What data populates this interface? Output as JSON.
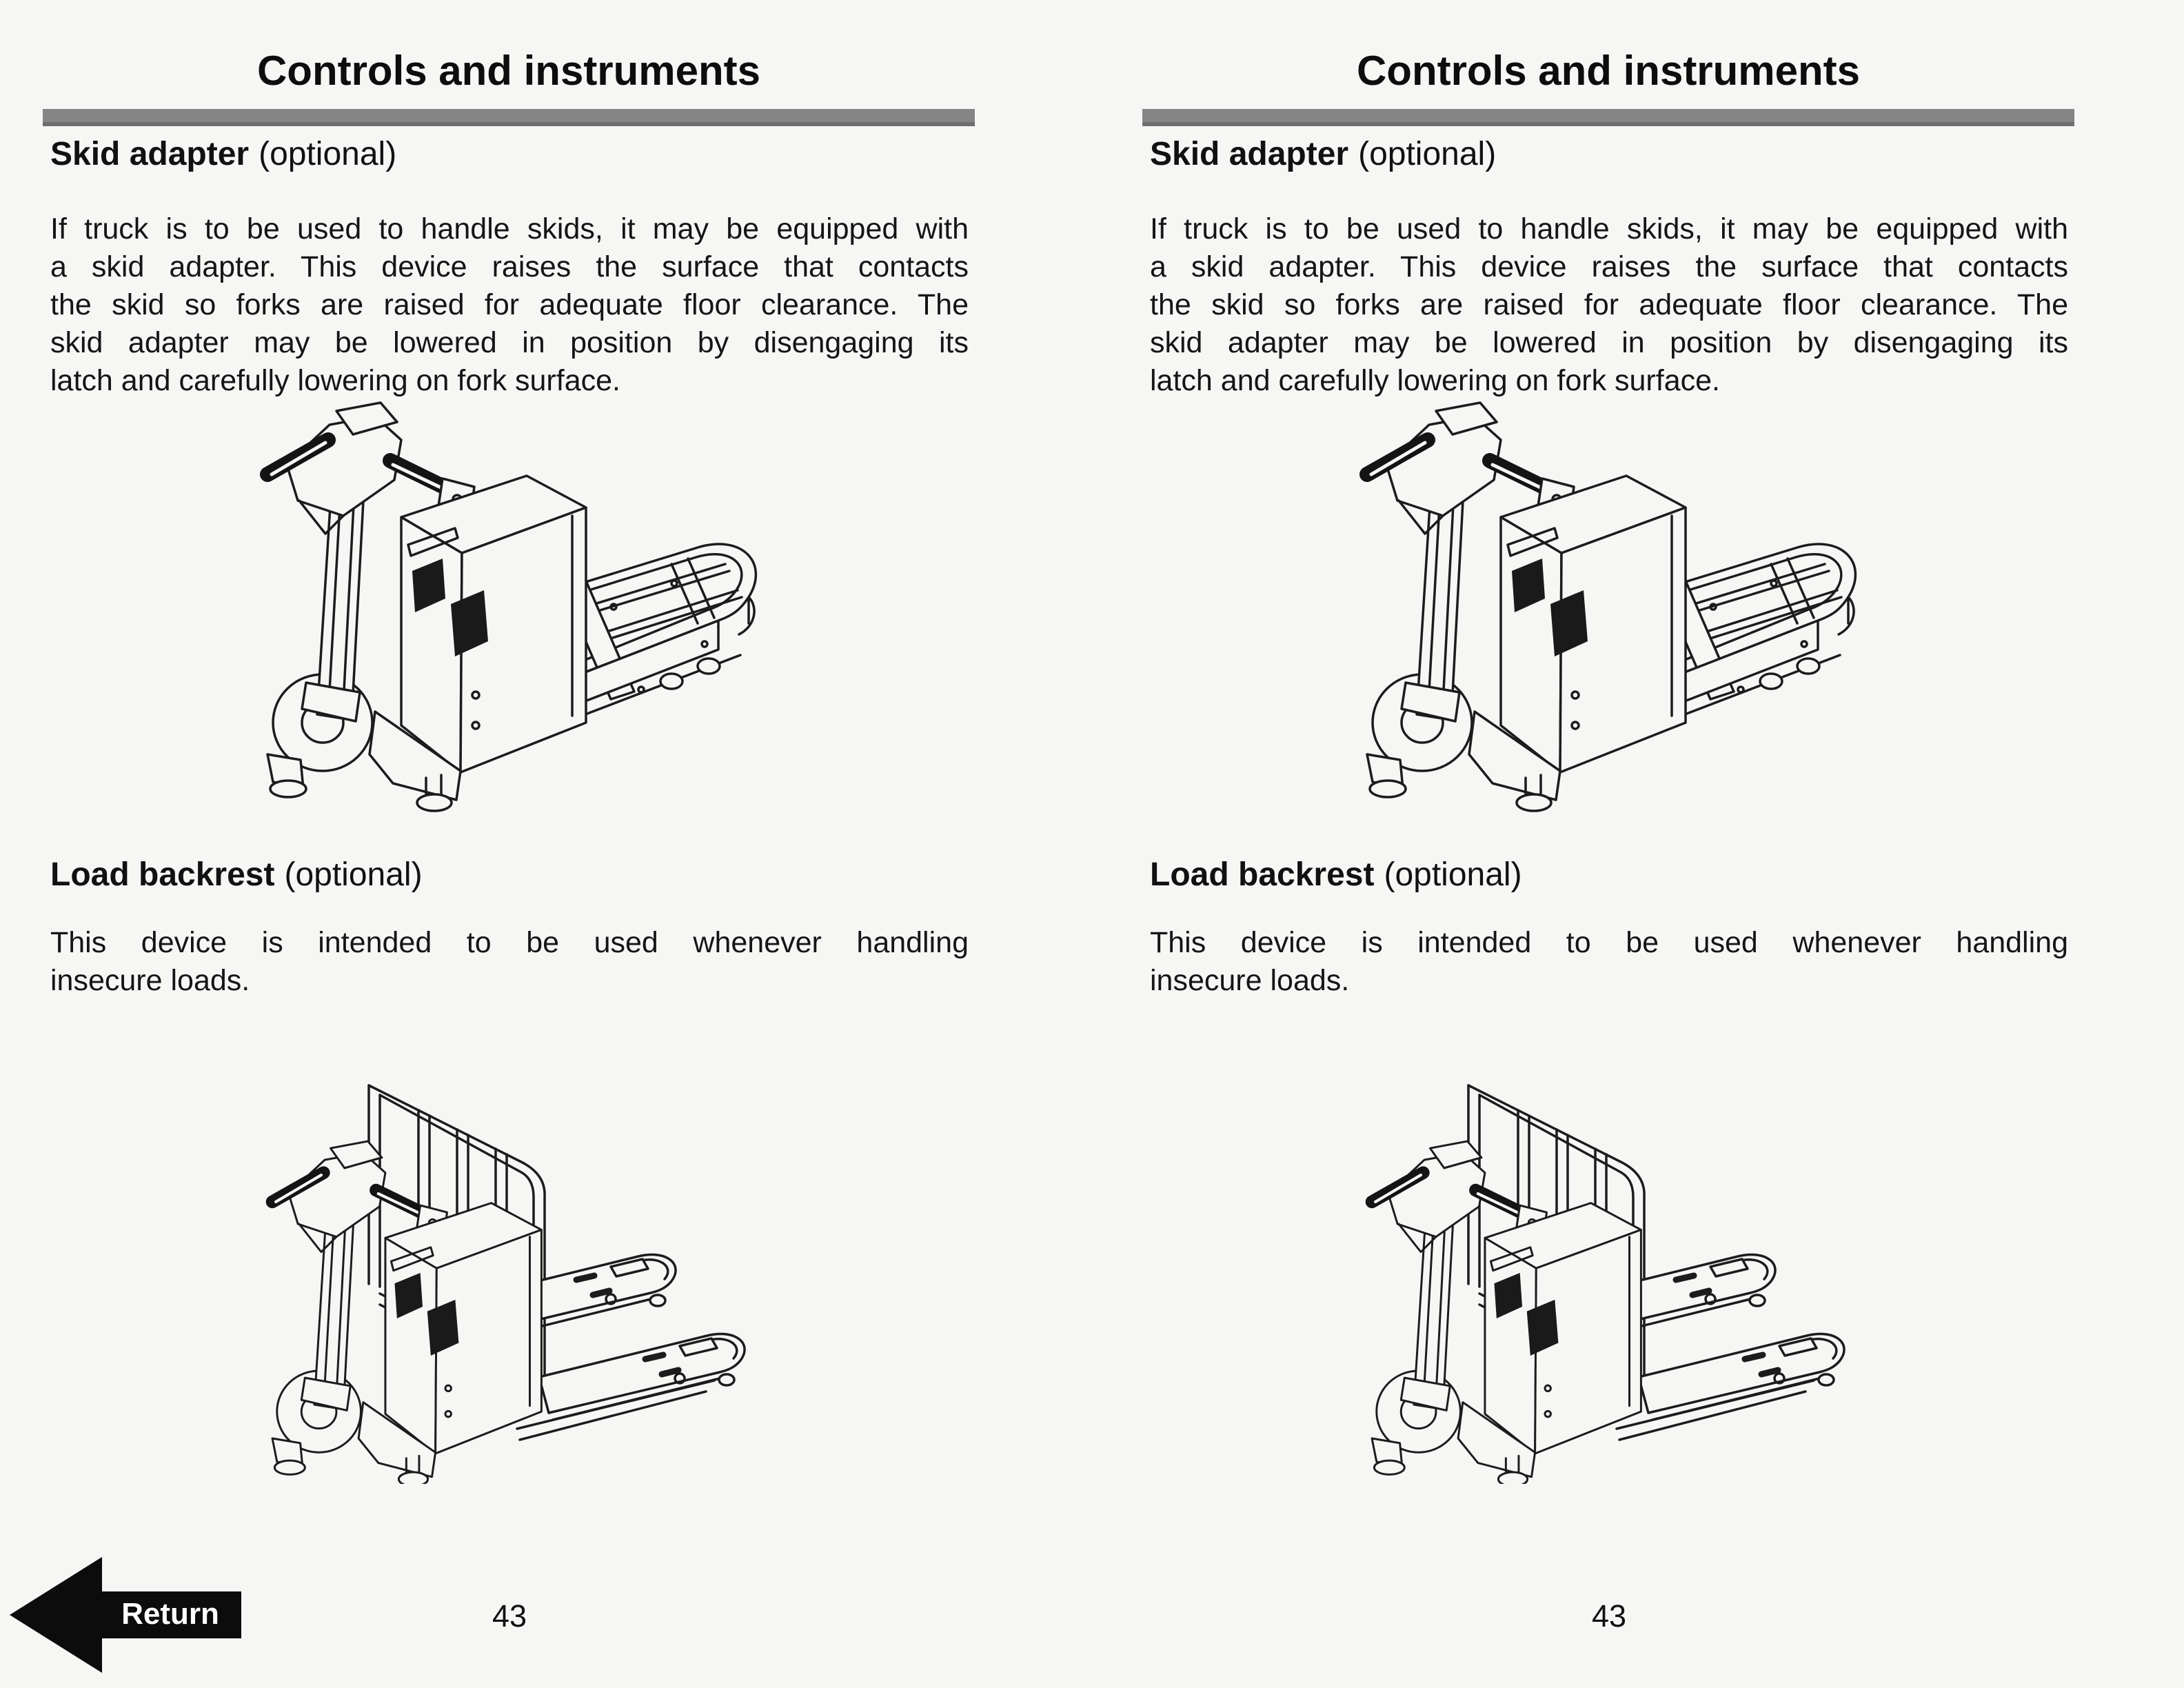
{
  "colors": {
    "page_background": "#f6f6f4",
    "text_ink": "#161616",
    "rule_gray": "#858585",
    "rule_gray_dark": "#6e6e6e",
    "return_button_bg": "#0c0c0c",
    "return_button_text": "#ffffff",
    "drawing_stroke": "#1c1c1c"
  },
  "return_button": {
    "label": "Return"
  },
  "pages": [
    {
      "header_title": "Controls and instruments",
      "page_number": "43",
      "sections": [
        {
          "heading_bold": "Skid adapter",
          "heading_suffix": "(optional)",
          "figure": "pallet-truck-with-skid-adapter",
          "lines": [
            "If truck is to be used to handle skids, it may be equipped with",
            "a skid adapter. This device raises the surface that contacts",
            "the skid so forks are raised for adequate floor clearance. The",
            "skid adapter may be lowered in position by disengaging its",
            "latch and carefully lowering on fork surface."
          ]
        },
        {
          "heading_bold": "Load backrest",
          "heading_suffix": "(optional)",
          "figure": "pallet-truck-with-load-backrest",
          "lines": [
            "This device is intended to be used whenever handling",
            "insecure loads."
          ]
        }
      ]
    },
    {
      "header_title": "Controls and instruments",
      "page_number": "43",
      "sections": [
        {
          "heading_bold": "Skid adapter",
          "heading_suffix": "(optional)",
          "figure": "pallet-truck-with-skid-adapter",
          "lines": [
            "If truck is to be used to handle skids, it may be equipped with",
            "a skid adapter. This device raises the surface that contacts",
            "the skid so forks are raised for adequate floor clearance. The",
            "skid adapter may be lowered in position by disengaging its",
            "latch and carefully lowering on fork surface."
          ]
        },
        {
          "heading_bold": "Load backrest",
          "heading_suffix": "(optional)",
          "figure": "pallet-truck-with-load-backrest",
          "lines": [
            "This device is intended to be used whenever handling",
            "insecure loads."
          ]
        }
      ]
    }
  ]
}
